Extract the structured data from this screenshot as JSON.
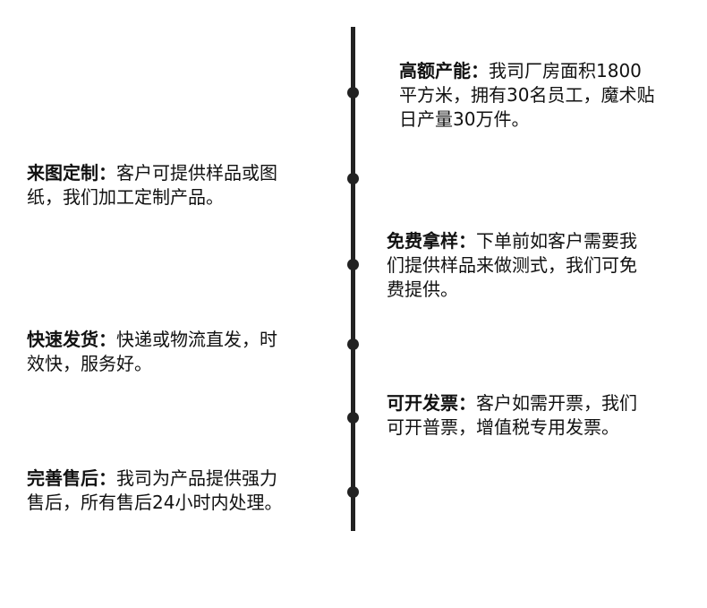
{
  "entries": [
    {
      "title": "高额产能：",
      "body": [
        "我司厂房面积1800",
        "平方米，拥有30名员工，魔术贴",
        "日产量30万件。"
      ]
    },
    {
      "title": "来图定制：",
      "body": [
        "客户可提供样品或图",
        "纸，我们加工定制产品。"
      ]
    },
    {
      "title": "免费拿样：",
      "body": [
        "下单前如客户需要我",
        "们提供样品来做测式，我们可免",
        "费提供。"
      ]
    },
    {
      "title": "快速发货：",
      "body": [
        "快递或物流直发，时",
        "效快，服务好。"
      ]
    },
    {
      "title": "可开发票：",
      "body": [
        "客户如需开票，我们",
        "可开普票，增值税专用发票。"
      ]
    },
    {
      "title": "完善售后：",
      "body": [
        "我司为产品提供强力",
        "售后，所有售后24小时内处理。"
      ]
    }
  ]
}
